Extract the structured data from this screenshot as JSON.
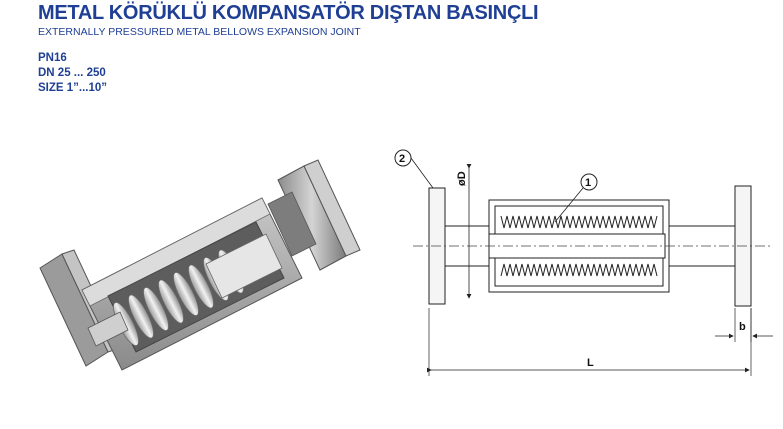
{
  "header": {
    "title": "METAL KÖRÜKLÜ KOMPANSATÖR DIŞTAN BASINÇLI",
    "subtitle": "EXTERNALLY PRESSURED METAL BELLOWS EXPANSION JOINT"
  },
  "specs": {
    "pressure": "PN16",
    "dn": "DN 25 ... 250",
    "size": "SIZE 1”...10”"
  },
  "drawing": {
    "callout_1": "1",
    "callout_2": "2",
    "dim_diameter": "øD",
    "dim_length": "L",
    "dim_flange": "b"
  },
  "colors": {
    "brand_blue": "#1f3f95",
    "metal_light": "#d9d9d9",
    "metal_mid": "#a8a8a8",
    "metal_dark": "#6e6e6e"
  }
}
